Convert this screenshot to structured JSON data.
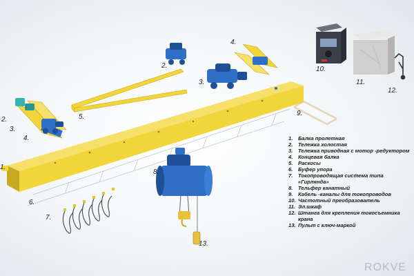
{
  "callouts": {
    "c1": "1.",
    "c2a": "2.",
    "c2b": "2.",
    "c3a": "3.",
    "c3b": "3.",
    "c4a": "4.",
    "c4b": "4.",
    "c5": "5.",
    "c6": "6.",
    "c7": "7.",
    "c8": "8.",
    "c9": "9.",
    "c10": "10.",
    "c11": "11.",
    "c12": "12.",
    "c13": "13."
  },
  "legend": [
    {
      "num": "1.",
      "text": "Балка пролетная"
    },
    {
      "num": "2.",
      "text": "Тележка холостая"
    },
    {
      "num": "3.",
      "text": "Тележка приводная с мотор -редуктором"
    },
    {
      "num": "4.",
      "text": "Концевая балка"
    },
    {
      "num": "5.",
      "text": "Раскосы"
    },
    {
      "num": "6.",
      "text": "Буфер упора"
    },
    {
      "num": "7.",
      "text": "Токопроводящая система типа «Гирлянда»"
    },
    {
      "num": "8.",
      "text": "Тельфер канатный"
    },
    {
      "num": "9.",
      "text": "Кабель -каналы для токопроводов"
    },
    {
      "num": "10.",
      "text": "Частотный преобразователь"
    },
    {
      "num": "11.",
      "text": "Эл.шкаф"
    },
    {
      "num": "12.",
      "text": "Штанга для крепления токосъемника крана"
    },
    {
      "num": "13.",
      "text": "Пульт с ключ-маркой"
    }
  ],
  "watermark": "ROKVE",
  "colors": {
    "beam_yellow": "#f2d53a",
    "beam_shadow": "#c9a91f",
    "hoist_blue": "#2f6fc6",
    "hoist_dark": "#1f4f97",
    "teal": "#35b5b0",
    "cabinet_grey": "#cfcfcf",
    "vfd_dark": "#3a3f4a"
  },
  "icons": {
    "main_beam": "crane-girder-icon",
    "hoist": "wire-rope-hoist-icon",
    "vfd": "frequency-converter-icon",
    "cabinet": "electrical-cabinet-icon",
    "pendant": "pendant-control-icon"
  }
}
